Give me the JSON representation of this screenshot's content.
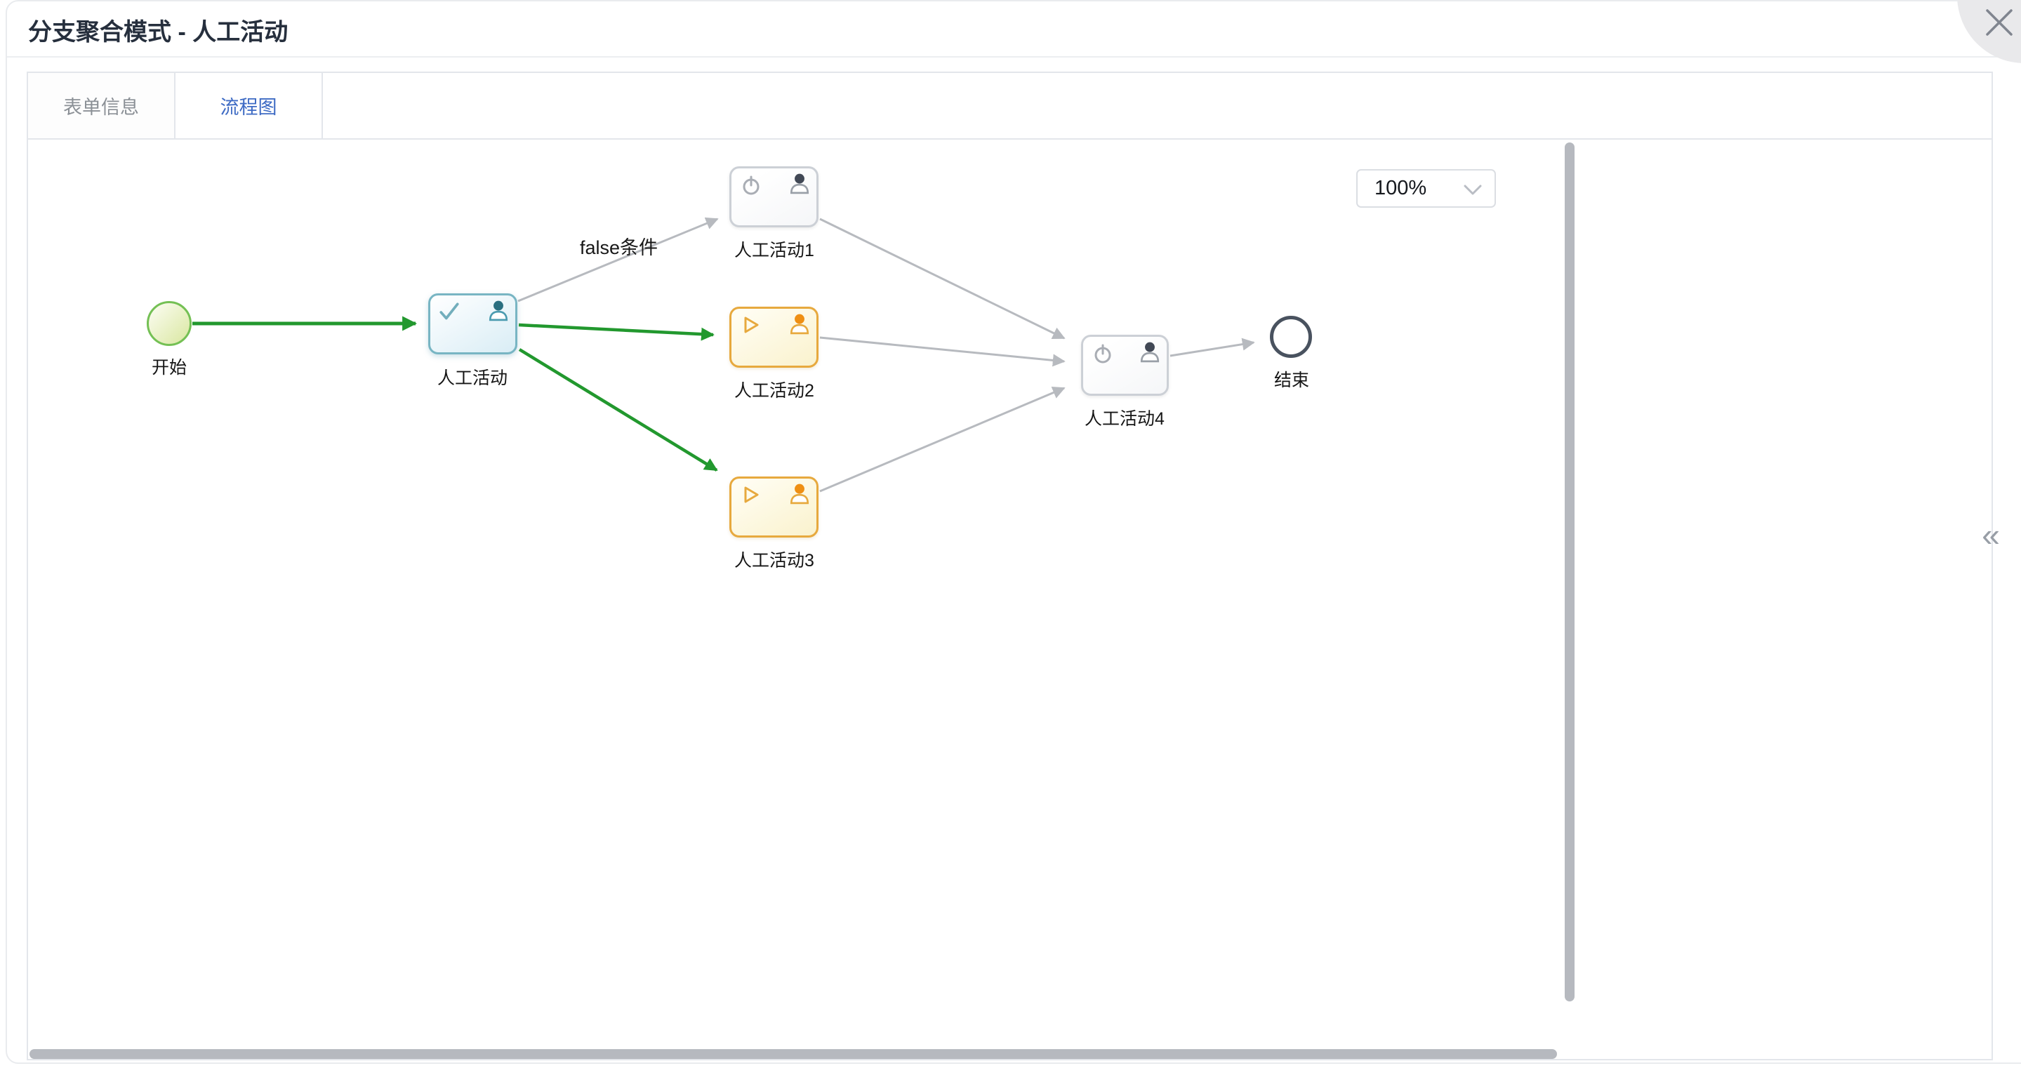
{
  "window": {
    "title": "分支聚合模式 - 人工活动",
    "close_icon": "×"
  },
  "tabs": {
    "items": [
      {
        "label": "表单信息"
      },
      {
        "label": "流程图"
      }
    ],
    "active_index": 1
  },
  "canvas": {
    "zoom_select": {
      "value": "100%",
      "chevron_icon": "chevron-down"
    }
  },
  "flow": {
    "nodes": {
      "start": {
        "label": "开始"
      },
      "activity": {
        "label": "人工活动",
        "icons": [
          "check-icon",
          "user-icon"
        ],
        "highlight": "teal"
      },
      "activity1": {
        "label": "人工活动1",
        "icons": [
          "power-icon",
          "user-icon"
        ],
        "highlight": "none"
      },
      "activity2": {
        "label": "人工活动2",
        "icons": [
          "play-icon",
          "user-icon"
        ],
        "highlight": "yellow"
      },
      "activity3": {
        "label": "人工活动3",
        "icons": [
          "play-icon",
          "user-icon"
        ],
        "highlight": "yellow"
      },
      "activity4": {
        "label": "人工活动4",
        "icons": [
          "power-icon",
          "user-icon"
        ],
        "highlight": "none"
      },
      "end": {
        "label": "结束"
      }
    },
    "edges": [
      {
        "from": "start",
        "to": "activity",
        "style": "green"
      },
      {
        "from": "activity",
        "to": "activity1",
        "style": "gray",
        "label": "false条件"
      },
      {
        "from": "activity",
        "to": "activity2",
        "style": "green"
      },
      {
        "from": "activity",
        "to": "activity3",
        "style": "green"
      },
      {
        "from": "activity1",
        "to": "activity4",
        "style": "gray"
      },
      {
        "from": "activity2",
        "to": "activity4",
        "style": "gray"
      },
      {
        "from": "activity3",
        "to": "activity4",
        "style": "gray"
      },
      {
        "from": "activity4",
        "to": "end",
        "style": "gray"
      }
    ]
  },
  "side_panel": {
    "collapse_icon": "«"
  },
  "colors": {
    "tab_active": "#3e6bc4",
    "flow_green": "#22982e",
    "flow_gray": "#b7babf",
    "node_active_border": "#78b5c3",
    "node_default_border": "#ccd0d6",
    "node_running_border": "#e7a93e",
    "start_border": "#74c054",
    "end_border": "#49525f",
    "scrollbar": "#b6b9bf"
  }
}
